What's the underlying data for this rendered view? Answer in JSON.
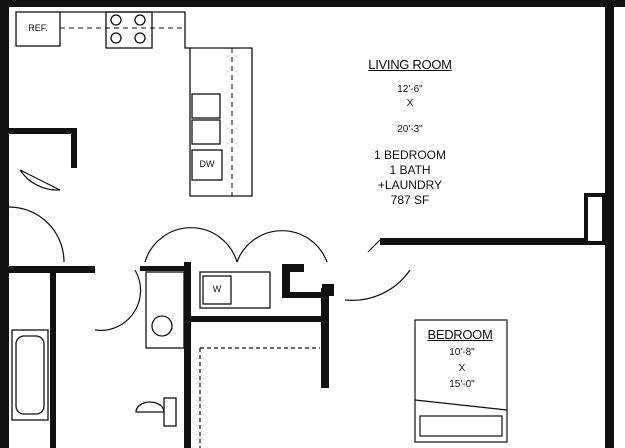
{
  "rooms": {
    "living": {
      "name": "LIVING ROOM",
      "width": "12'-6\"",
      "by": "X",
      "length": "20'-3\""
    },
    "bedroom": {
      "name": "BEDROOM",
      "width": "10'-8\"",
      "by": "X",
      "length": "15'-0\""
    }
  },
  "unit": {
    "bedrooms": "1 BEDROOM",
    "baths": "1 BATH",
    "laundry": "+LAUNDRY",
    "area": "787 SF"
  },
  "fixtures": {
    "refrigerator": "REF.",
    "dishwasher": "DW",
    "washer": "W"
  }
}
